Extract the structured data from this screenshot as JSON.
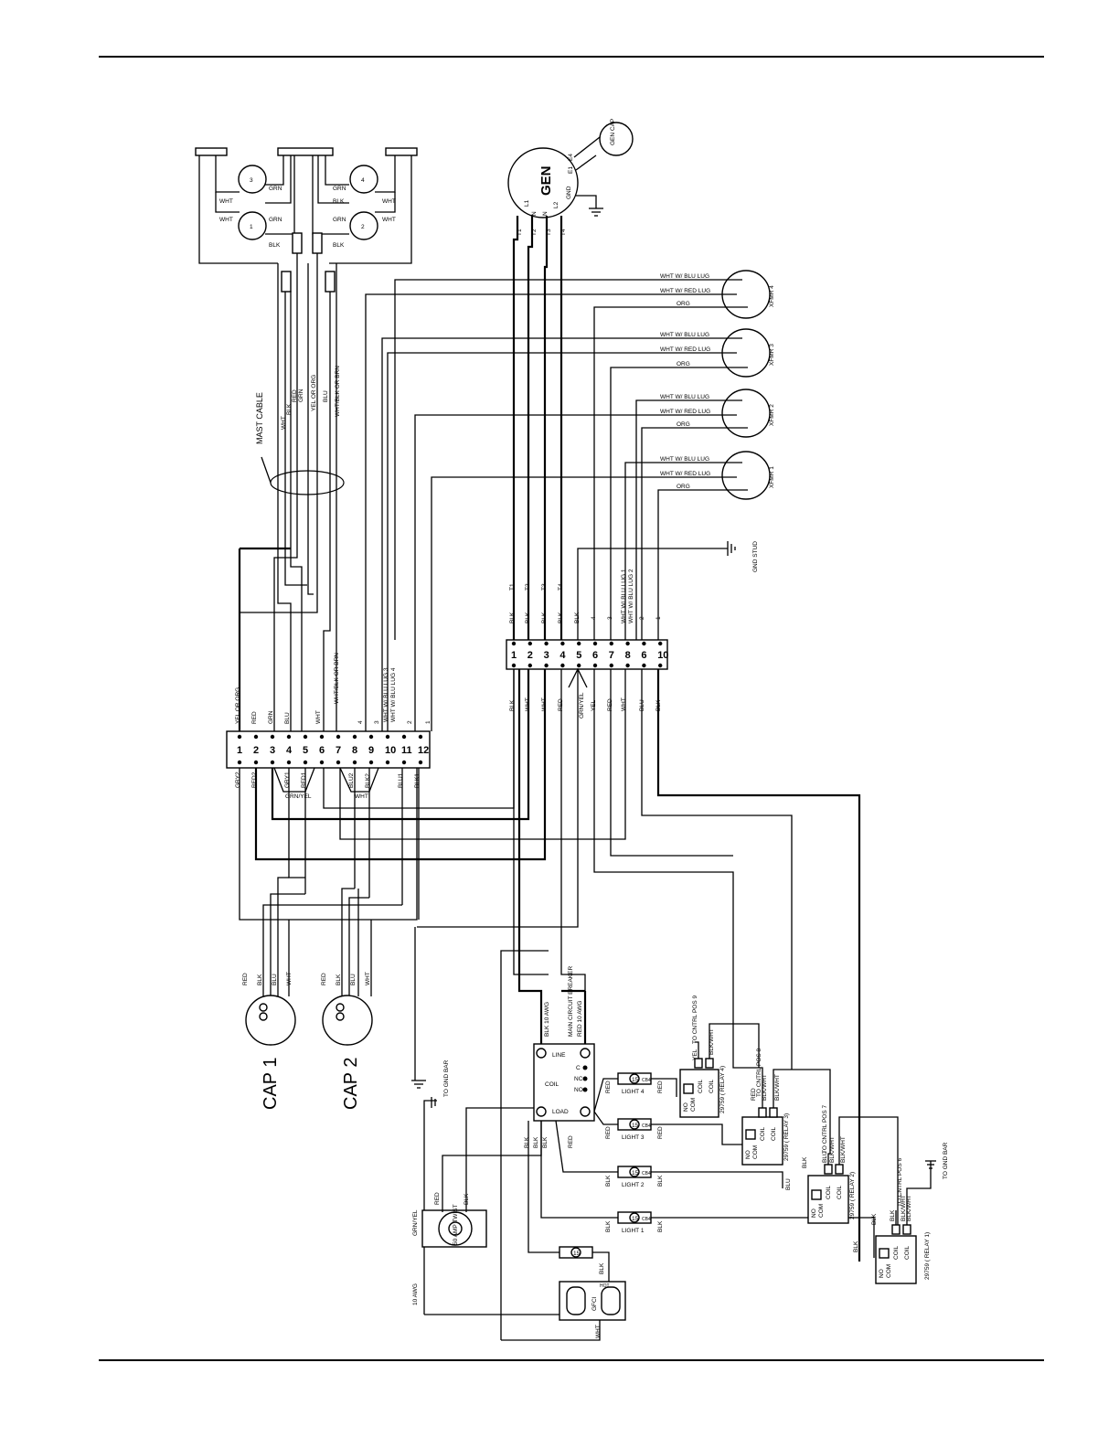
{
  "labels": {
    "mast_cable": "MAST CABLE",
    "gen": "GEN",
    "gen_cap": "GEN CAP",
    "gnd_stud": "GND STUD",
    "to_gnd_bar": "TO GND BAR",
    "cap1": "CAP 1",
    "cap2": "CAP 2",
    "main_breaker": "MAIN CIRCUIT BREAKER",
    "line": "LINE",
    "load": "LOAD",
    "coil": "COIL",
    "blk_10awg": "BLK  10 AWG",
    "red_10awg": "RED  10 AWG",
    "awg10": "10 AWG",
    "gfci": "GFCI",
    "receptacle": "50 AMP TWIST",
    "breaker15": "15",
    "cb_tag": "CB4"
  },
  "gen_terminals": [
    "L1",
    "N",
    "N",
    "L2",
    "GND",
    "E1",
    "E4"
  ],
  "gen_leads": [
    "T1",
    "T2",
    "T3",
    "T4"
  ],
  "lamp_heads": [
    "3",
    "4",
    "1",
    "2"
  ],
  "lamp_wires": [
    "WHT",
    "GRN",
    "BLK",
    "WHT"
  ],
  "mast_wires": [
    "WHT",
    "BLK",
    "RED",
    "GRN",
    "YEL OR ORG",
    "BLU",
    "WHT/BLK OR BRN"
  ],
  "transformers": [
    {
      "name": "XFMR 4",
      "wires": [
        "WHT W/ BLU LUG",
        "WHT W/ RED LUG",
        "ORG"
      ]
    },
    {
      "name": "XFMR 3",
      "wires": [
        "WHT W/ BLU LUG",
        "WHT W/ RED LUG",
        "ORG"
      ]
    },
    {
      "name": "XFMR 2",
      "wires": [
        "WHT W/ BLU LUG",
        "WHT W/ RED LUG",
        "ORG"
      ]
    },
    {
      "name": "XFMR 1",
      "wires": [
        "WHT W/ BLU LUG",
        "WHT W/ RED LUG",
        "ORG"
      ]
    }
  ],
  "tb12": {
    "numbers": [
      "1",
      "2",
      "3",
      "4",
      "5",
      "6",
      "7",
      "8",
      "9",
      "10",
      "11",
      "12"
    ],
    "top_labels": [
      "YEL OR ORG",
      "RED",
      "GRN",
      "BLU",
      "WHT",
      "WHT/BLK OR BRN",
      "",
      "4",
      "3",
      "WHT W/ BLU LUG 3",
      "WHT W/ BLU LUG 4",
      "2",
      "1"
    ],
    "bottom_labels": [
      "GRY2",
      "RED2",
      "GRY1",
      "RED1",
      "BLU2",
      "BLK2",
      "BLU1",
      "BLK1",
      "GRN/YEL",
      "WHT"
    ]
  },
  "tb10": {
    "numbers": [
      "1",
      "2",
      "3",
      "4",
      "5",
      "6",
      "7",
      "8",
      "6",
      "10"
    ],
    "top_labels": [
      "BLK",
      "BLK",
      "BLK",
      "BLK",
      "BLK",
      "4",
      "3",
      "WHT W/ BLU LUG 1",
      "WHT W/ BLU LUG 2",
      "2",
      "1",
      "T1",
      "T2",
      "T3",
      "T4"
    ],
    "bottom_labels": [
      "BLK",
      "WHT",
      "WHT",
      "RED",
      "GRN/YEL",
      "YEL",
      "RED",
      "WHT",
      "BLU",
      "BLK"
    ]
  },
  "caps": [
    {
      "name": "CAP 1",
      "wires": [
        "RED",
        "BLK",
        "BLU",
        "WHT"
      ]
    },
    {
      "name": "CAP 2",
      "wires": [
        "RED",
        "BLK",
        "BLU",
        "WHT"
      ]
    }
  ],
  "lights": [
    "LIGHT 4",
    "LIGHT 3",
    "LIGHT 2",
    "LIGHT 1"
  ],
  "relays": [
    {
      "name": "29759 ( RELAY 4)",
      "ctrl": "TO CNTRL POS 9"
    },
    {
      "name": "29759 ( RELAY 3)",
      "ctrl": "TO CNTRL POS 8"
    },
    {
      "name": "29759 ( RELAY 2)",
      "ctrl": "TO CNTRL POS 7"
    },
    {
      "name": "29759 ( RELAY 1)",
      "ctrl": "TO CNTRL POS 6"
    }
  ],
  "relay_terms": [
    "NO",
    "COM",
    "COIL",
    "COIL"
  ],
  "relay_wires": [
    "BLK/WHT",
    "YEL",
    "BLU",
    "BLK",
    "RED"
  ],
  "breaker_terms": [
    "C",
    "NC",
    "NO"
  ],
  "misc_wires": {
    "red": "RED",
    "blk": "BLK",
    "grn_yel": "GRN/YEL",
    "wht": "WHT",
    "hot": "HOT"
  }
}
